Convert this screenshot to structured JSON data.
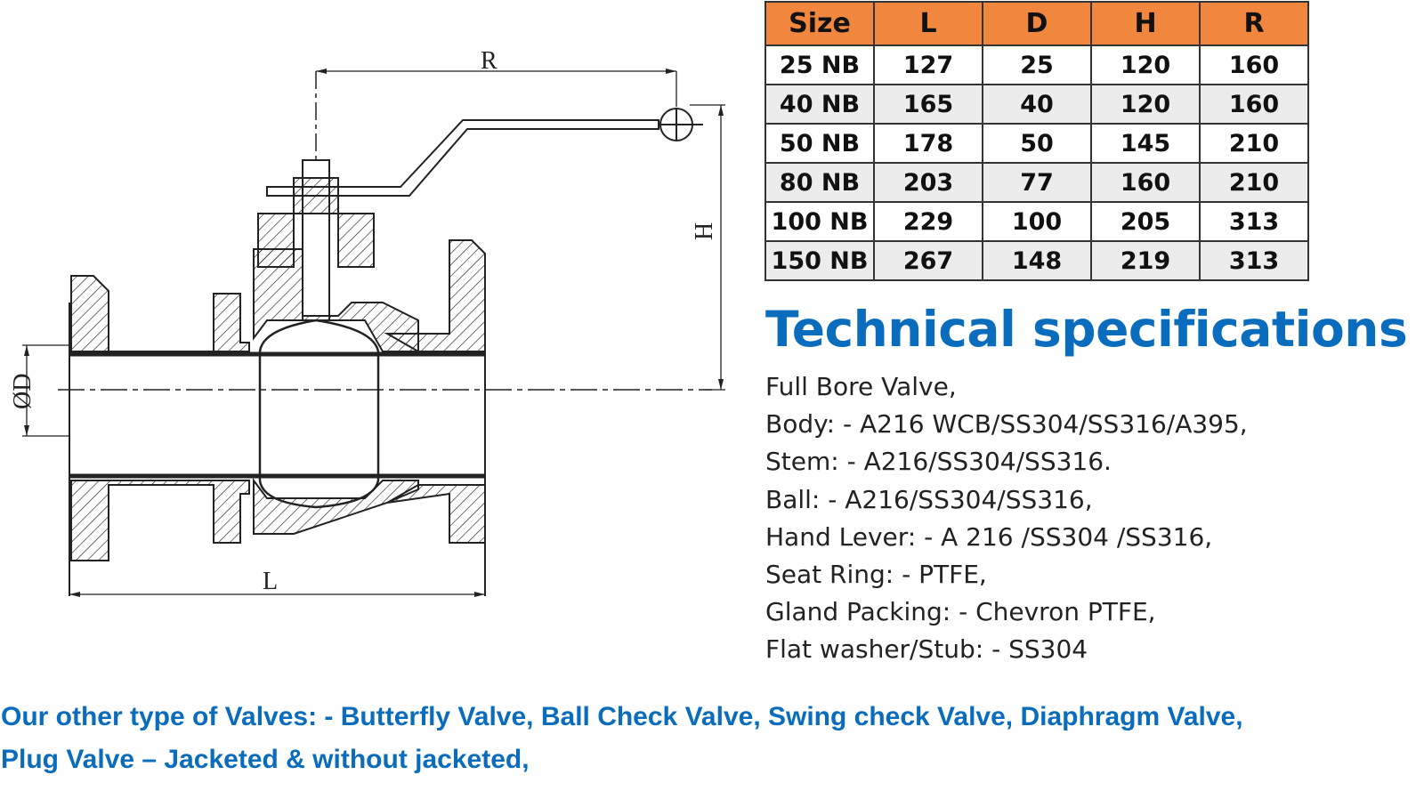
{
  "drawing": {
    "labels": {
      "r": "R",
      "h": "H",
      "d": "ØD",
      "l": "L"
    }
  },
  "table": {
    "headers": [
      "Size",
      "L",
      "D",
      "H",
      "R"
    ],
    "rows": [
      [
        "25 NB",
        "127",
        "25",
        "120",
        "160"
      ],
      [
        "40 NB",
        "165",
        "40",
        "120",
        "160"
      ],
      [
        "50 NB",
        "178",
        "50",
        "145",
        "210"
      ],
      [
        "80 NB",
        "203",
        "77",
        "160",
        "210"
      ],
      [
        "100 NB",
        "229",
        "100",
        "205",
        "313"
      ],
      [
        "150 NB",
        "267",
        "148",
        "219",
        "313"
      ]
    ]
  },
  "specs": {
    "title": "Technical specifications",
    "items": [
      "Full Bore Valve,",
      "Body: - A216 WCB/SS304/SS316/A395,",
      "Stem: - A216/SS304/SS316.",
      "Ball: - A216/SS304/SS316,",
      "Hand Lever: - A 216 /SS304 /SS316,",
      "Seat Ring: - PTFE,",
      "Gland Packing: - Chevron PTFE,",
      "Flat washer/Stub: - SS304"
    ]
  },
  "footer": {
    "line1": "Our other type of Valves: - Butterfly Valve, Ball Check Valve, Swing check Valve, Diaphragm Valve,",
    "line2": "Plug Valve – Jacketed & without jacketed,"
  },
  "colors": {
    "header_bg": "#f1873f",
    "title_blue": "#0a6cbc",
    "row_alt": "#ececec"
  }
}
